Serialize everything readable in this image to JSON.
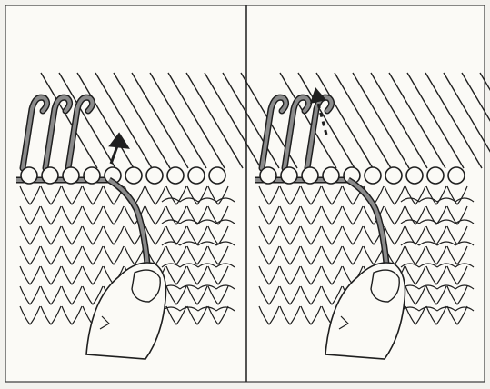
{
  "figure": {
    "panels": [
      {
        "id": "left",
        "step": "yarn-carrier-raising-needle",
        "arrow": "up"
      },
      {
        "id": "right",
        "step": "needle-moved-up-to-hook",
        "arrow": "up-dashed"
      }
    ],
    "colors": {
      "background": "#f3f2ee",
      "ink": "#1f1f1f",
      "yarn": "#8a8a8a",
      "divider": "#2a2a2a"
    }
  }
}
